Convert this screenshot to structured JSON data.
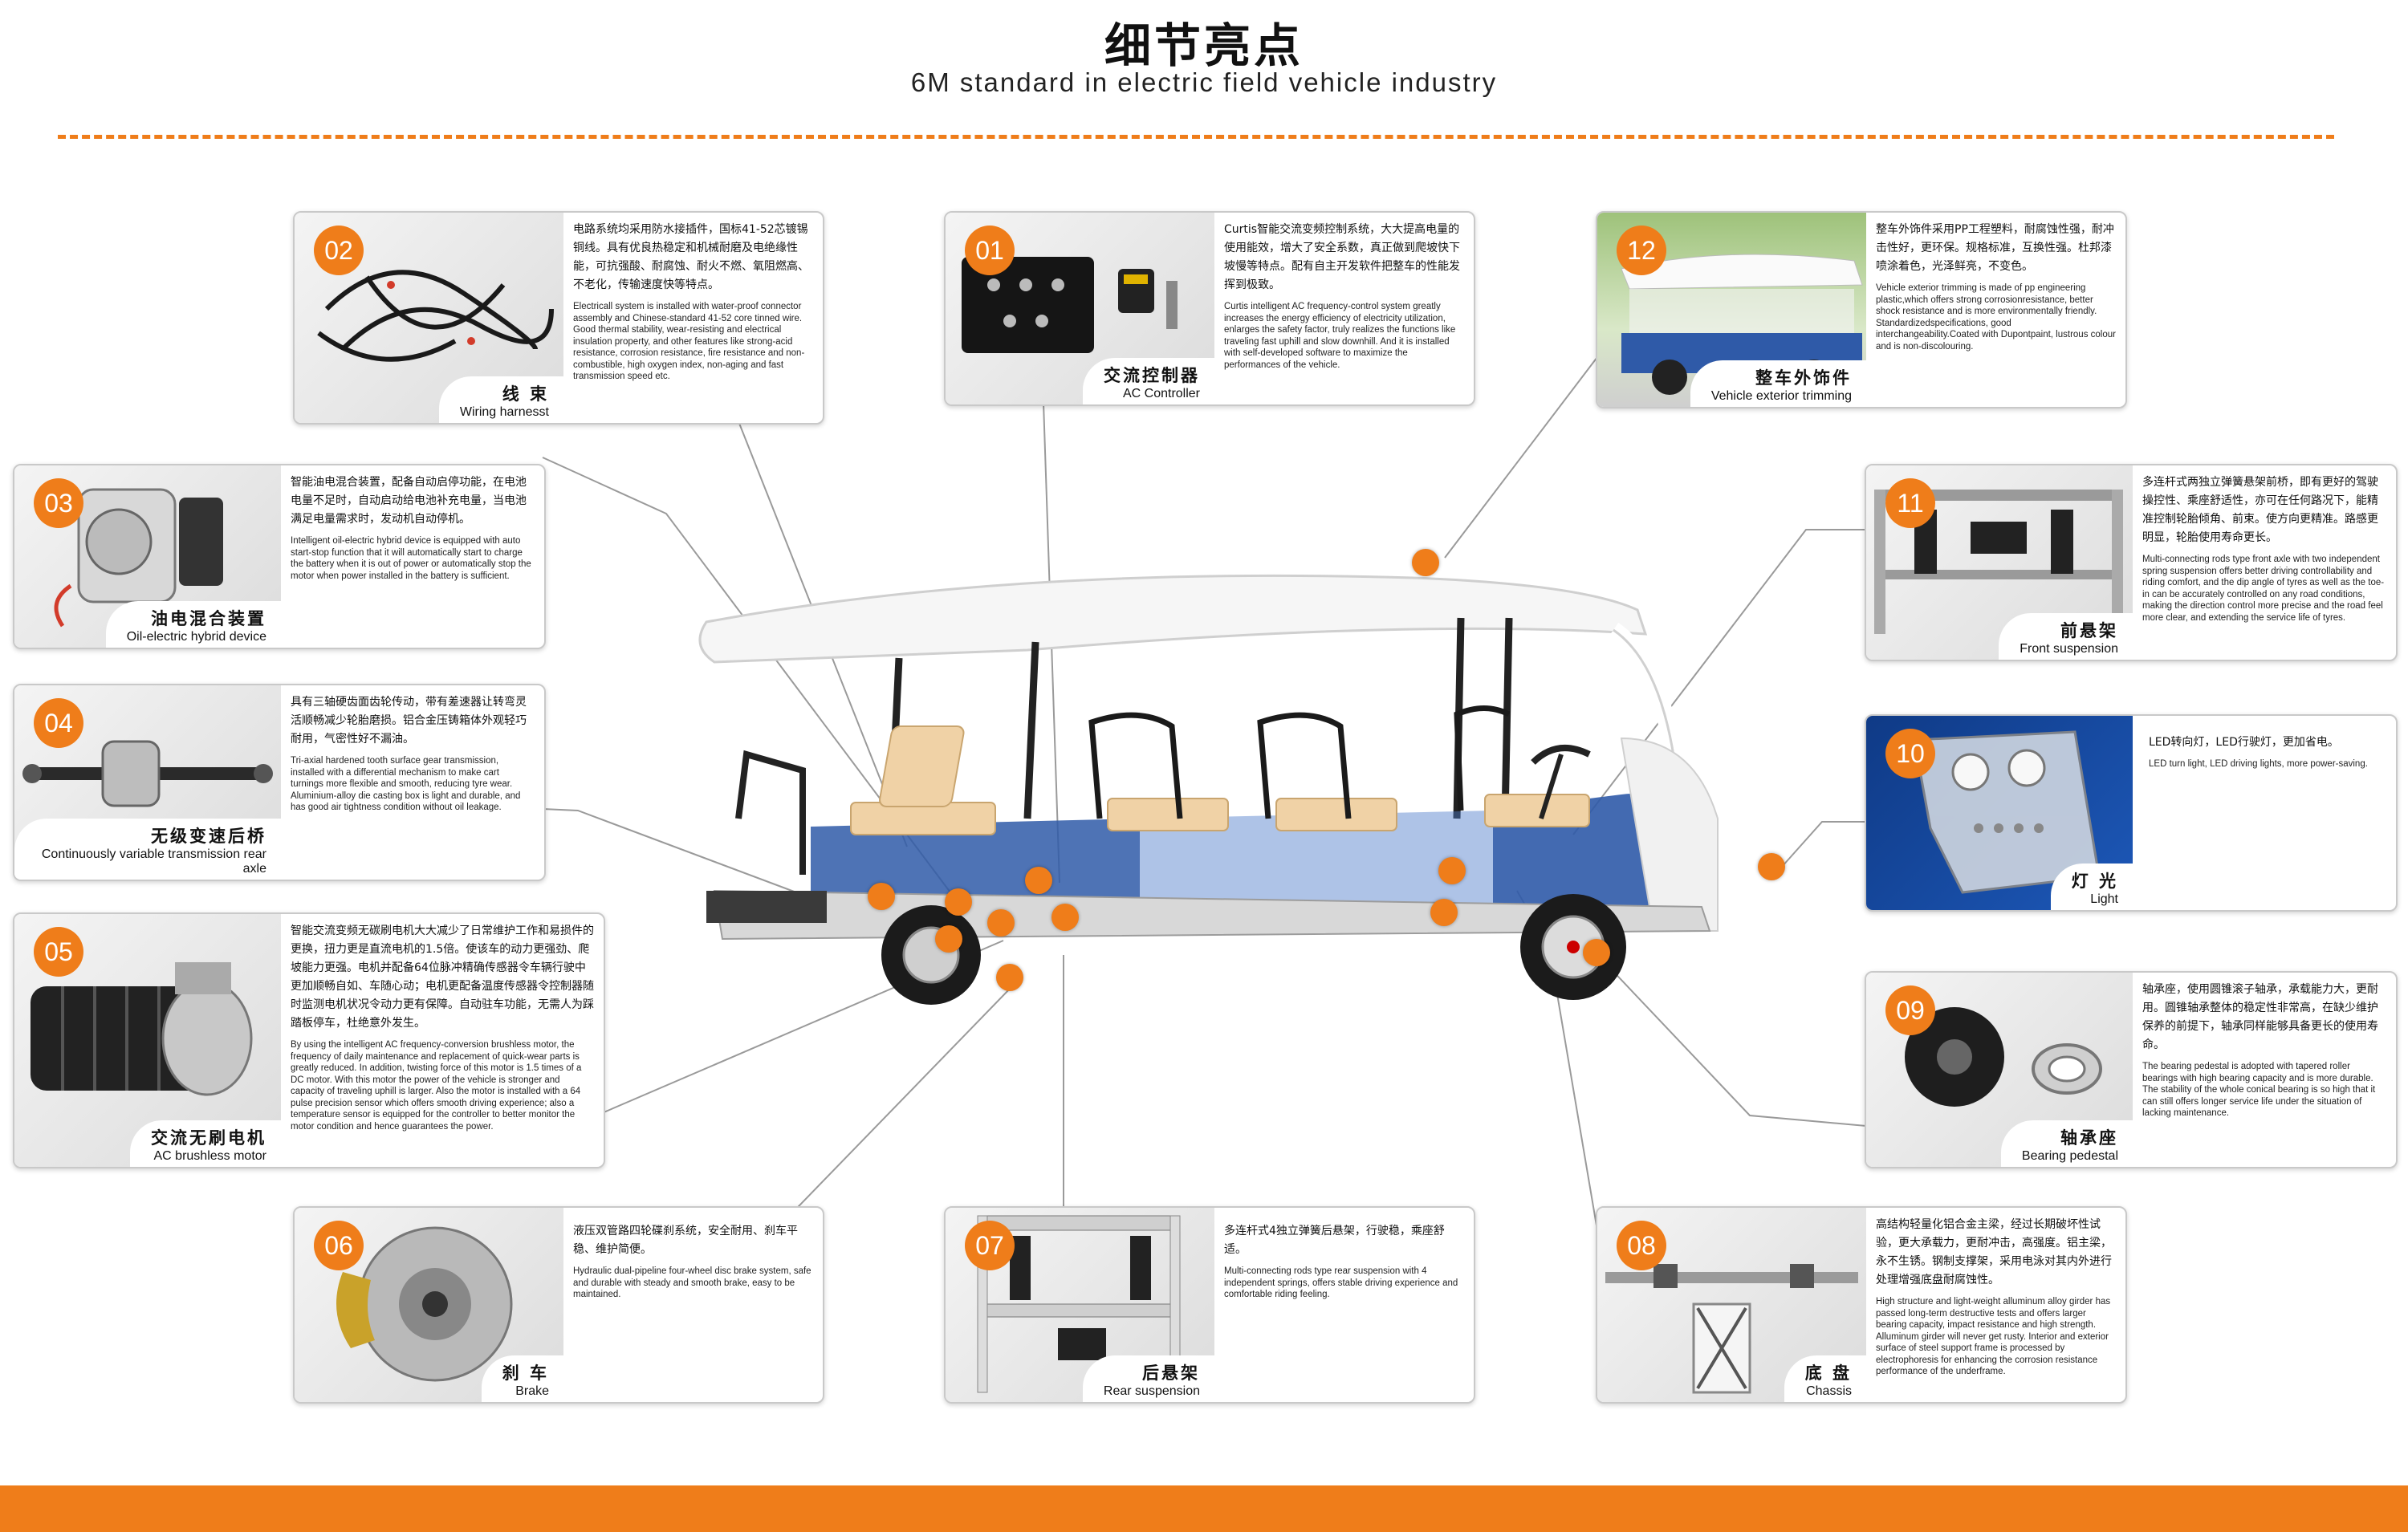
{
  "header": {
    "title_cn": "细节亮点",
    "title_en": "6M standard in electric field vehicle industry"
  },
  "colors": {
    "accent": "#ef7d1a",
    "vehicle_blue": "#2f5aa8"
  },
  "cards": [
    {
      "num": "01",
      "name_cn": "交流控制器",
      "name_en": "AC Controller",
      "icon": "ac-controller-photo",
      "desc_cn": "Curtis智能交流变频控制系统，大大提高电量的使用能效，增大了安全系数，真正做到爬坡快下坡慢等特点。配有自主开发软件把整车的性能发挥到极致。",
      "desc_en": "Curtis intelligent AC frequency-control system greatly increases the energy efficiency of electricity utilization, enlarges the safety factor, truly realizes the functions like traveling fast uphill and slow downhill. And it is installed with self-developed software to maximize the performances of the vehicle."
    },
    {
      "num": "02",
      "name_cn": "线 束",
      "name_en": "Wiring harnesst",
      "icon": "wiring-harness-photo",
      "desc_cn": "电路系统均采用防水接插件，国标41-52芯镀锡铜线。具有优良热稳定和机械耐磨及电绝缘性能，可抗强酸、耐腐蚀、耐火不燃、氧阻燃高、不老化，传输速度快等特点。",
      "desc_en": "Electricall system is installed with water-proof connector assembly and Chinese-standard 41-52 core tinned wire. Good thermal stability, wear-resisting and electrical insulation property, and other features like strong-acid resistance, corrosion resistance, fire resistance and non-combustible, high oxygen index, non-aging and fast transmission speed etc."
    },
    {
      "num": "03",
      "name_cn": "油电混合装置",
      "name_en": "Oil-electric hybrid device",
      "icon": "hybrid-device-photo",
      "desc_cn": "智能油电混合装置，配备自动启停功能，在电池电量不足时，自动启动给电池补充电量，当电池满足电量需求时，发动机自动停机。",
      "desc_en": "Intelligent oil-electric hybrid device is equipped with auto start-stop function that it will automatically start to charge the battery when it is out of power or automatically stop the motor when power installed in the battery is sufficient."
    },
    {
      "num": "04",
      "name_cn": "无级变速后桥",
      "name_en": "Continuously variable transmission rear axle",
      "icon": "rear-axle-photo",
      "desc_cn": "具有三轴硬齿面齿轮传动，带有差速器让转弯灵活顺畅减少轮胎磨损。铝合金压铸箱体外观轻巧耐用，气密性好不漏油。",
      "desc_en": "Tri-axial hardened tooth surface gear transmission, installed with a differential mechanism to make cart turnings more flexible and smooth, reducing tyre wear. Aluminium-alloy die casting box is light and durable, and has good air tightness condition without oil leakage."
    },
    {
      "num": "05",
      "name_cn": "交流无刷电机",
      "name_en": "AC brushless motor",
      "icon": "brushless-motor-photo",
      "desc_cn": "智能交流变频无碳刷电机大大减少了日常维护工作和易损件的更换，扭力更是直流电机的1.5倍。使该车的动力更强劲、爬坡能力更强。电机并配备64位脉冲精确传感器令车辆行驶中更加顺畅自如、车随心动；电机更配备温度传感器令控制器随时监测电机状况令动力更有保障。自动驻车功能，无需人为踩踏板停车，杜绝意外发生。",
      "desc_en": "By using the intelligent AC frequency-conversion brushless motor, the frequency of daily maintenance and replacement of quick-wear parts is greatly reduced. In addition, twisting force of this motor is 1.5 times of a DC motor. With this motor the power of the vehicle is stronger and capacity of traveling uphill is larger. Also the motor is installed with a 64 pulse precision sensor which offers smooth driving experience; also a temperature sensor is equipped for the controller to better monitor the motor condition and hence guarantees the power."
    },
    {
      "num": "06",
      "name_cn": "刹 车",
      "name_en": "Brake",
      "icon": "brake-disc-photo",
      "desc_cn": "液压双管路四轮碟刹系统，安全耐用、刹车平稳、维护简便。",
      "desc_en": "Hydraulic dual-pipeline four-wheel disc brake system, safe and durable with steady and smooth brake, easy to be maintained."
    },
    {
      "num": "07",
      "name_cn": "后悬架",
      "name_en": "Rear suspension",
      "icon": "rear-suspension-photo",
      "desc_cn": "多连杆式4独立弹簧后悬架，行驶稳，乘座舒适。",
      "desc_en": "Multi-connecting rods type rear suspension with 4 independent springs, offers stable driving experience and comfortable riding feeling."
    },
    {
      "num": "08",
      "name_cn": "底 盘",
      "name_en": "Chassis",
      "icon": "chassis-photo",
      "desc_cn": "高结构轻量化铝合金主梁，经过长期破坏性试验，更大承载力，更耐冲击，高强度。铝主梁，永不生锈。钢制支撑架，采用电泳对其内外进行处理增强底盘耐腐蚀性。",
      "desc_en": "High structure and light-weight alluminum alloy girder has passed long-term destructive tests and offers larger bearing capacity, impact resistance and high strength. Alluminum girder will never get rusty. Interior and exterior surface of steel support frame is processed by electrophoresis for enhancing the corrosion resistance performance of the underframe."
    },
    {
      "num": "09",
      "name_cn": "轴承座",
      "name_en": "Bearing pedestal",
      "icon": "bearing-pedestal-photo",
      "desc_cn": "轴承座，使用圆锥滚子轴承，承载能力大，更耐用。圆锥轴承整体的稳定性非常高，在缺少维护保养的前提下，轴承同样能够具备更长的使用寿命。",
      "desc_en": "The bearing pedestal is adopted with tapered roller bearings with high bearing capacity and is more durable. The stability of the whole conical bearing is so high that it can still offers longer service life under the situation of lacking maintenance."
    },
    {
      "num": "10",
      "name_cn": "灯 光",
      "name_en": "Light",
      "icon": "headlight-photo",
      "desc_cn": "LED转向灯，LED行驶灯，更加省电。",
      "desc_en": "LED turn light, LED driving lights, more power-saving."
    },
    {
      "num": "11",
      "name_cn": "前悬架",
      "name_en": "Front suspension",
      "icon": "front-suspension-photo",
      "desc_cn": "多连杆式两独立弹簧悬架前桥，即有更好的驾驶操控性、乘座舒适性，亦可在任何路况下，能精准控制轮胎倾角、前束。使方向更精准。路感更明显，轮胎使用寿命更长。",
      "desc_en": "Multi-connecting rods type front axle with two independent spring suspension offers better driving controllability and riding comfort, and the dip angle of tyres as well as the toe-in can be accurately controlled on any road conditions, making the direction control more precise and the road feel more clear, and extending the service life of tyres."
    },
    {
      "num": "12",
      "name_cn": "整车外饰件",
      "name_en": "Vehicle exterior trimming",
      "icon": "exterior-trim-photo",
      "desc_cn": "整车外饰件采用PP工程塑料，耐腐蚀性强，耐冲击性好，更环保。规格标准，互换性强。杜邦漆喷涂着色，光泽鲜亮，不变色。",
      "desc_en": "Vehicle exterior trimming is made of pp engineering plastic,which offers strong corrosionresistance, better shock resistance and is more environmentally friendly. Standardizedspecifications, good interchangeability.Coated with Dupontpaint, lustrous colour and is non-discolouring."
    }
  ]
}
